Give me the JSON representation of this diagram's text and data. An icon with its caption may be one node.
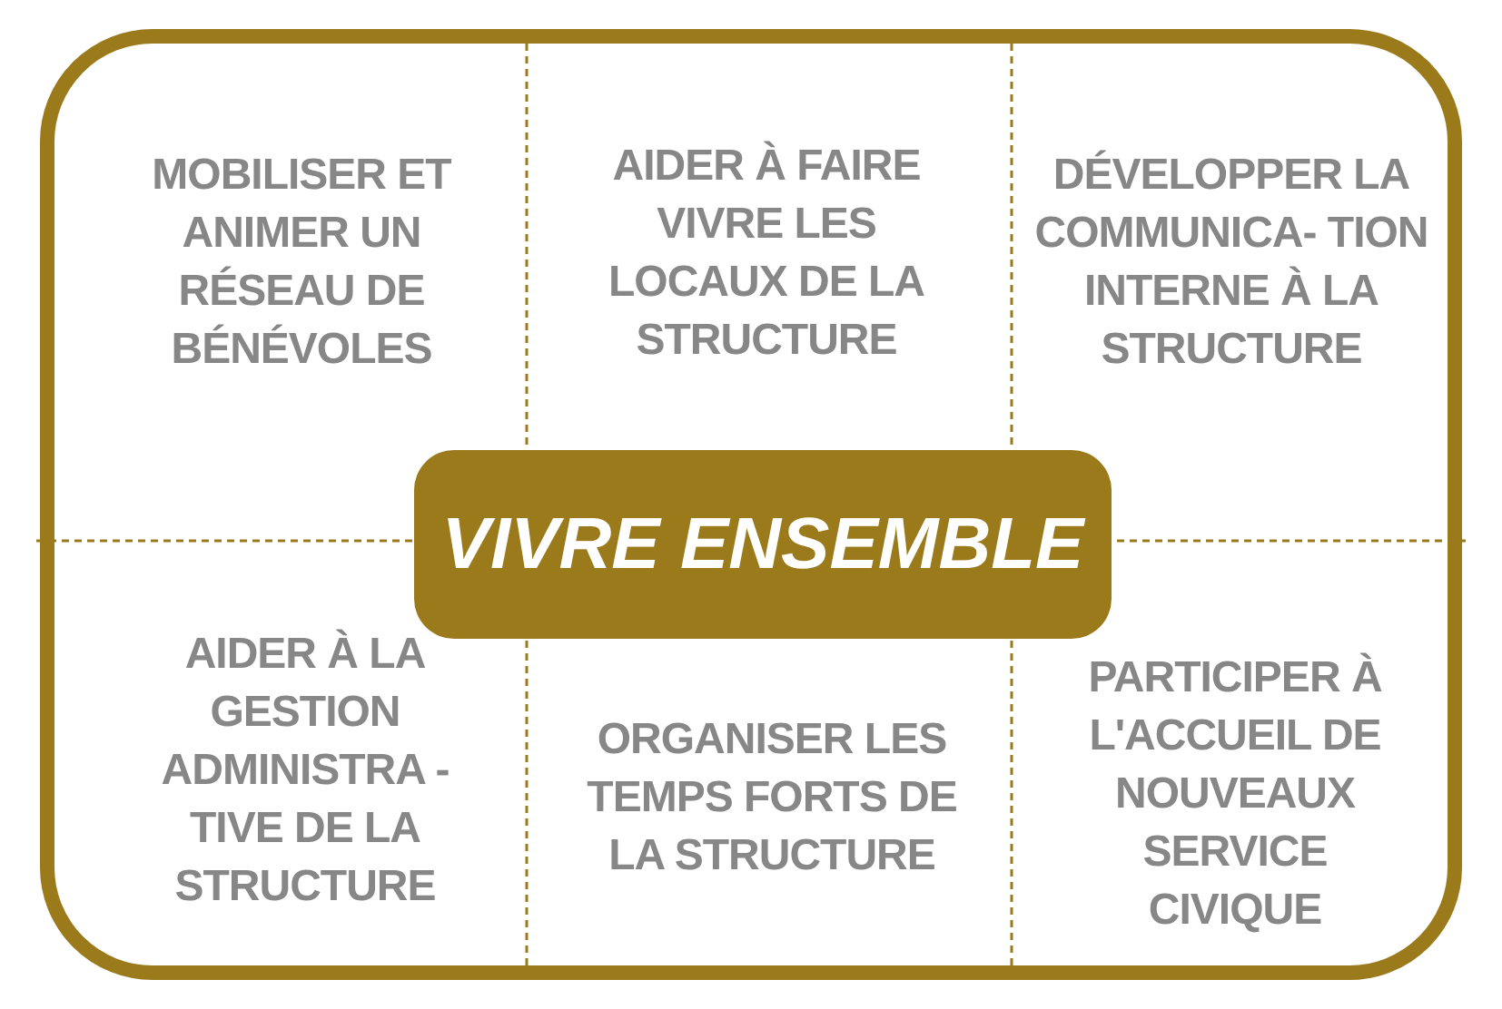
{
  "diagram": {
    "nodes": [
      {
        "text": [
          "VIVRE ENSEMBLE"
        ]
      }
    ],
    "labels": [
      "MOBILISER ET ANIMER UN RÉSEAU DE BÉNÉVOLES",
      "AIDER À FAIRE VIVRE LES LOCAUX DE LA STRUCTURE",
      "DÉVELOPPER LA COMMUNICA- TION INTERNE À LA STRUCTURE",
      "AIDER À LA GESTION ADMINISTRA -TIVE DE LA STRUCTURE",
      "ORGANISER LES TEMPS FORTS DE LA STRUCTURE",
      "PARTICIPER À L'ACCUEIL DE NOUVEAUX SERVICE CIVIQUE"
    ]
  }
}
